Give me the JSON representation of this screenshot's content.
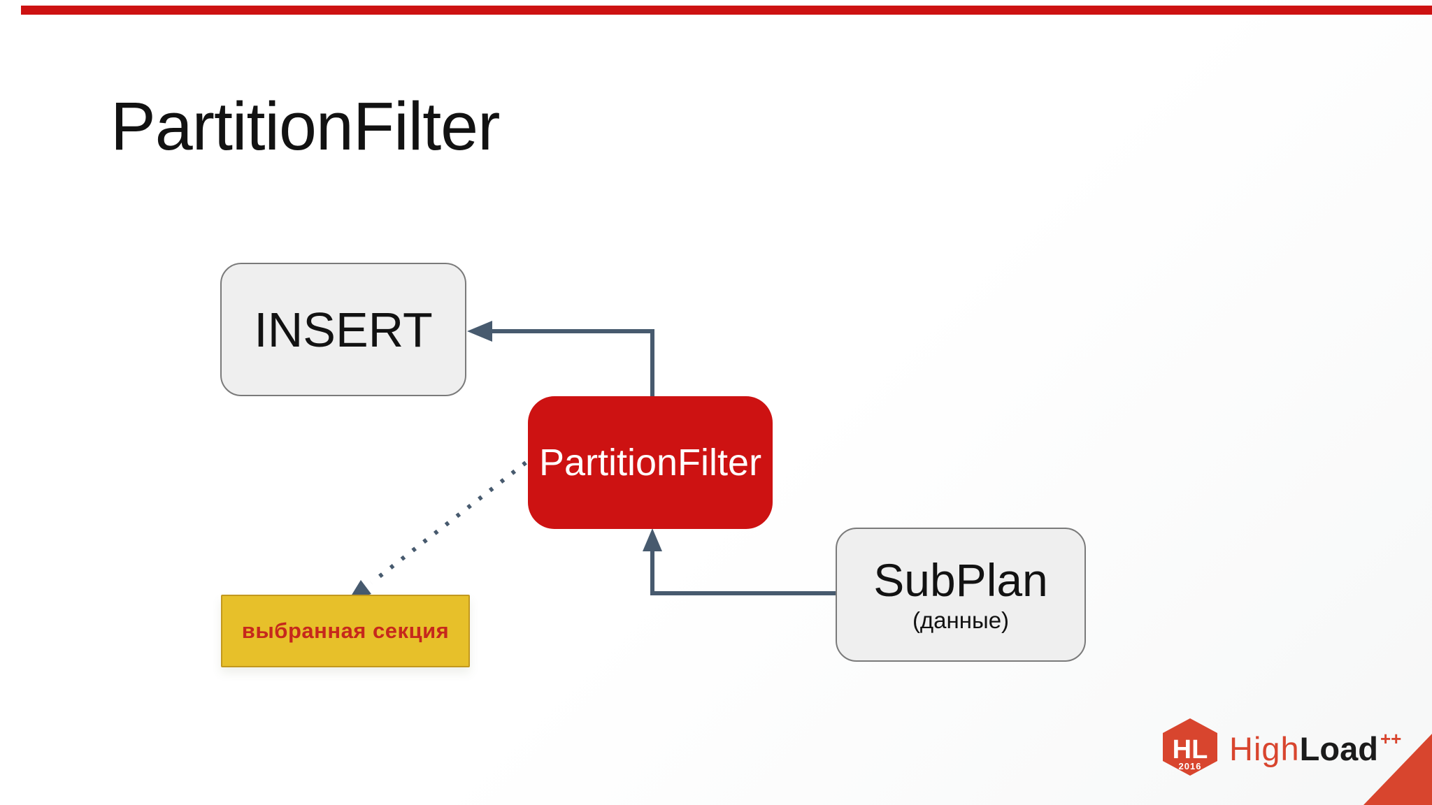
{
  "slide": {
    "title": "PartitionFilter"
  },
  "diagram": {
    "nodes": {
      "insert": {
        "label": "INSERT",
        "fill": "#efefef"
      },
      "partition_filter": {
        "label": "PartitionFilter",
        "fill": "#cd1212"
      },
      "subplan": {
        "label": "SubPlan",
        "sublabel": "(данные)",
        "fill": "#efefef"
      },
      "selected_partition": {
        "label": "выбранная секция",
        "fill": "#e7c02a"
      }
    },
    "edges": [
      {
        "from": "partition_filter",
        "to": "insert",
        "style": "solid"
      },
      {
        "from": "subplan",
        "to": "partition_filter",
        "style": "solid"
      },
      {
        "from": "partition_filter",
        "to": "selected_partition",
        "style": "dotted"
      }
    ]
  },
  "logo": {
    "hex_label": "HL",
    "hex_year": "2016",
    "word_high": "High",
    "word_load": "Load",
    "suffix": "++"
  },
  "colors": {
    "accent_red": "#cd1212",
    "arrow": "#475a6e",
    "box_gray": "#efefef",
    "box_gray_border": "#7a7a7a",
    "yellow": "#e7c02a",
    "yellow_border": "#c2981e",
    "yellow_text": "#c6281c",
    "logo_red": "#d8452e",
    "ink": "#121212"
  }
}
